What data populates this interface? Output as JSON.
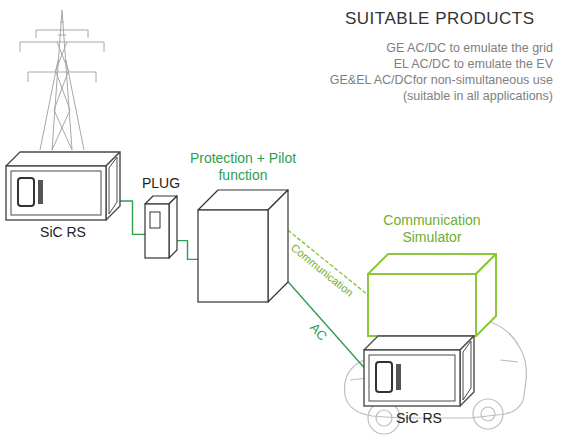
{
  "diagram": {
    "title": "SUITABLE PRODUCTS",
    "nodes": [
      {
        "text": [
          "SiC RS"
        ]
      },
      {
        "text": [
          "PLUG"
        ]
      },
      {
        "text": [
          "Protection + Pilot function"
        ]
      },
      {
        "text": [
          "Communication Simulator"
        ]
      },
      {
        "text": [
          "SiC RS"
        ]
      }
    ],
    "edges": [
      {
        "from": 0,
        "to": 1,
        "arrow": "none"
      },
      {
        "from": 1,
        "to": 2,
        "arrow": "none"
      },
      {
        "from": 2,
        "to": 3,
        "label": "Communication",
        "arrow": "none"
      },
      {
        "from": 2,
        "to": 4,
        "label": "AC",
        "arrow": "none"
      }
    ],
    "labels": [
      "GE AC/DC to emulate the grid",
      "EL AC/DC to emulate the EV",
      "GE&EL AC/DCfor non-simultaneous use",
      "(suitable in all applications)"
    ]
  }
}
